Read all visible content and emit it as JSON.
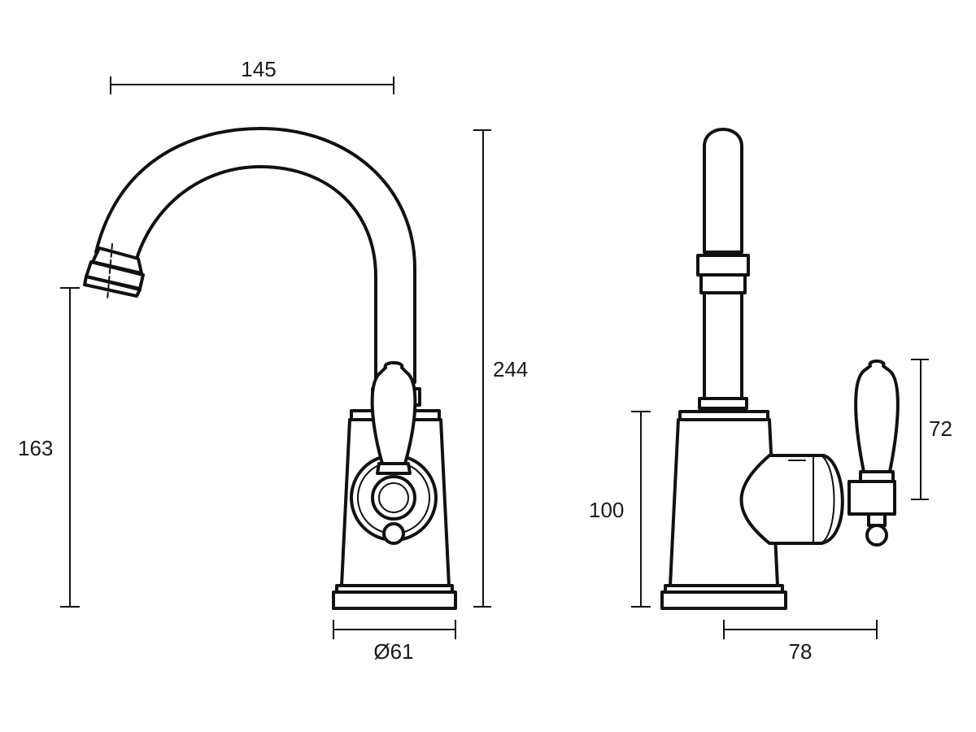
{
  "dimensions": {
    "spout_reach": "145",
    "overall_height": "244",
    "spout_outlet_height": "163",
    "base_diameter": "Ø61",
    "body_height": "100",
    "handle_height": "72",
    "handle_projection": "78"
  }
}
